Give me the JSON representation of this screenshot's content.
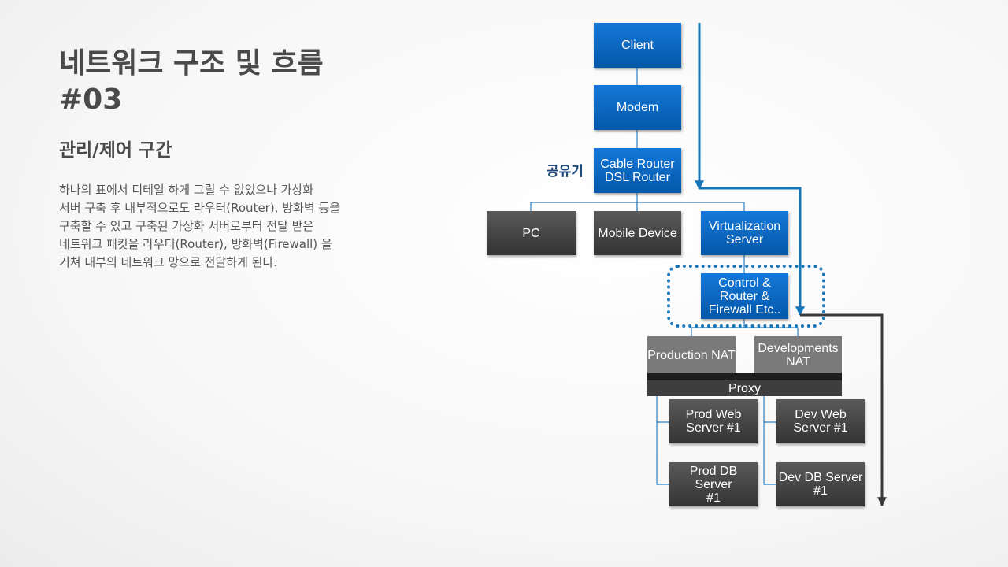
{
  "slide": {
    "title_line1": "네트워크 구조 및 흐름",
    "title_line2": "#03",
    "subtitle": "관리/제어 구간",
    "body_lines": [
      "하나의 표에서 디테일 하게 그릴 수 없었으나 가상화",
      "서버 구축 후 내부적으로도 라우터(Router), 방화벽 등을",
      "구축할 수 있고 구축된 가상화 서버로부터 전달 받은",
      "네트워크 패킷을 라우터(Router), 방화벽(Firewall) 을",
      "거쳐 내부의 네트워크 망으로 전달하게 된다."
    ]
  },
  "diagram": {
    "side_label": "공유기",
    "nodes": {
      "client": "Client",
      "modem": "Modem",
      "cable_router": "Cable Router\nDSL Router",
      "pc": "PC",
      "mobile_device": "Mobile Device",
      "virtualization_server": "Virtualization\nServer",
      "control_router_firewall": "Control &\nRouter &\nFirewall Etc..",
      "production_nat": "Production NAT",
      "developments_nat": "Developments\nNAT",
      "proxy": "Proxy",
      "prod_web_server": "Prod Web\nServer #1",
      "dev_web_server": "Dev Web\nServer #1",
      "prod_db_server": "Prod DB Server\n#1",
      "dev_db_server": "Dev DB Server\n#1"
    }
  },
  "colors": {
    "blue_node": "#0a66c2",
    "dark_node": "#444444",
    "gray_node": "#7a7a7a",
    "flow_arrow_blue": "#1577b8",
    "flow_arrow_dark": "#3a3a3a",
    "title_text": "#4a4a4a",
    "side_label": "#1f497d"
  }
}
